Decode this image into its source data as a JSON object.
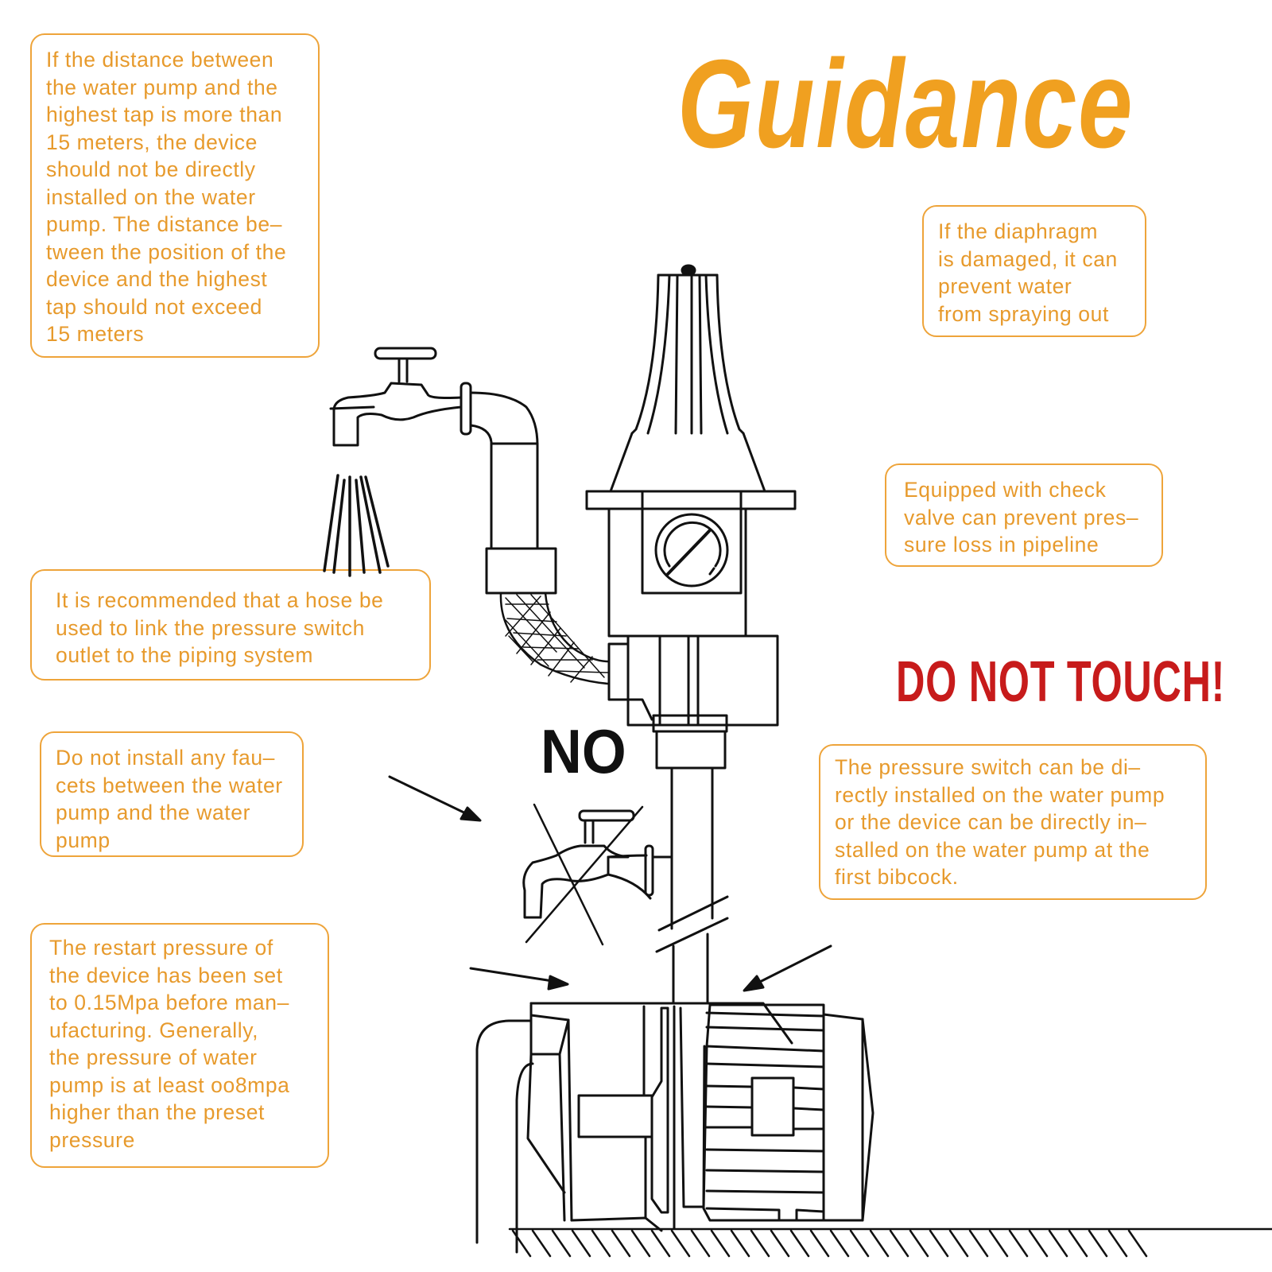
{
  "title": "Guidance",
  "warning": "DO NOT TOUCH!",
  "no_label": "NO",
  "colors": {
    "accent_orange": "#f0a020",
    "note_text": "#e79a2c",
    "note_border": "#eea43a",
    "warning_red": "#c71b1b",
    "line_art": "#111111"
  },
  "notes": {
    "distance": "If the distance between\nthe water pump and the\nhighest tap is more than\n15 meters, the device\nshould not be directly\ninstalled on the water\npump. The distance be–\ntween the position of the\ndevice and the highest\ntap should not exceed\n15 meters",
    "diaphragm": "If the diaphragm\nis damaged, it can\nprevent water\nfrom spraying out",
    "check_valve": "Equipped with check\nvalve can prevent pres–\nsure loss in pipeline",
    "hose": "It is recommended that a hose be\nused to link the pressure switch\noutlet to the piping system",
    "faucets": "Do not install any fau–\ncets between the water\npump and the water\npump",
    "direct_install": "The pressure switch can be di–\nrectly installed on the water pump\nor the device can be directly in–\nstalled on the water pump at the\nfirst bibcock.",
    "restart_pressure": "The restart pressure of\nthe device has been set\nto 0.15Mpa before man–\nufacturing. Generally,\nthe pressure of water\npump is at least oo8mpa\nhigher than the preset\npressure"
  },
  "illustration": {
    "components": [
      "upper-faucet",
      "water-spray",
      "elbow-pipe",
      "braided-hose",
      "pressure-controller",
      "pressure-gauge",
      "crossed-out-faucet",
      "vertical-pipe",
      "water-pump",
      "electric-motor",
      "ground-hatching",
      "pointer-arrows"
    ]
  }
}
